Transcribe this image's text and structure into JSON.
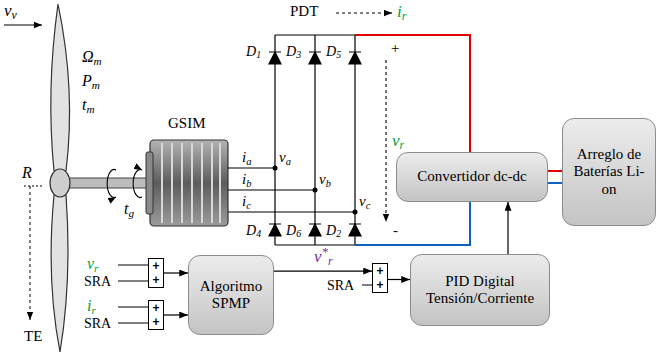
{
  "diagram": {
    "nodes": [
      {
        "text": [
          "Convertidor dc-dc"
        ]
      },
      {
        "text": [
          "Arreglo de Baterías Li-on"
        ]
      },
      {
        "text": [
          "+",
          "+"
        ]
      },
      {
        "text": [
          "+",
          "+"
        ]
      },
      {
        "text": [
          "Algoritmo SPMP"
        ]
      },
      {
        "text": [
          "+",
          "+"
        ]
      },
      {
        "text": [
          "PID Digital Tensión/Corriente"
        ]
      }
    ],
    "edges": [
      {
        "from": 0,
        "to": 1,
        "arrow": "none"
      },
      {
        "from": 0,
        "to": 1,
        "arrow": "none"
      },
      {
        "from": 2,
        "to": 4,
        "arrow": "to"
      },
      {
        "from": 3,
        "to": 4,
        "arrow": "to"
      },
      {
        "from": 4,
        "to": 5,
        "arrow": "to",
        "label": "v*r"
      },
      {
        "from": 5,
        "to": 6,
        "arrow": "to"
      },
      {
        "from": 6,
        "to": 0,
        "arrow": "to"
      }
    ],
    "labels": [
      "vv",
      "Ωm",
      "Pm",
      "tm",
      "R",
      "TE",
      "tg",
      "GSIM",
      "ia",
      "ib",
      "ic",
      "va",
      "vb",
      "vc",
      "PDT",
      "D1",
      "D3",
      "D5",
      "D4",
      "D6",
      "D2",
      "ir",
      "+",
      "vr",
      "-",
      "vr",
      "SRA",
      "ir",
      "SRA",
      "SRA"
    ]
  }
}
